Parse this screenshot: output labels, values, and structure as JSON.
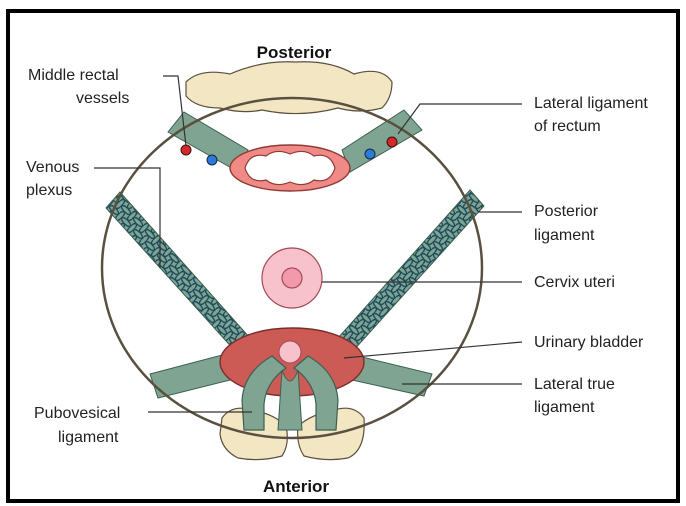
{
  "orientation": {
    "top": "Posterior",
    "bottom": "Anterior"
  },
  "labels": {
    "middle_rectal_vessels": [
      "Middle rectal",
      "vessels"
    ],
    "venous_plexus": [
      "Venous",
      "plexus"
    ],
    "pubovesical_ligament": [
      "Pubovesical",
      "ligament"
    ],
    "lateral_ligament_of_rectum": [
      "Lateral ligament",
      "of rectum"
    ],
    "posterior_ligament": [
      "Posterior",
      "ligament"
    ],
    "cervix_uteri": [
      "Cervix uteri"
    ],
    "urinary_bladder": [
      "Urinary bladder"
    ],
    "lateral_true_ligament": [
      "Lateral true",
      "ligament"
    ]
  },
  "colors": {
    "bone": "#f3e6c2",
    "ligament": "#7fa592",
    "venous_network": "#1f4d5f",
    "rectum_wall": "#ef8a86",
    "cervix": "#f7b3c0",
    "bladder": "#cc5a55",
    "artery": "#d62828",
    "vein": "#2e7bd6",
    "frame": "#000000"
  }
}
